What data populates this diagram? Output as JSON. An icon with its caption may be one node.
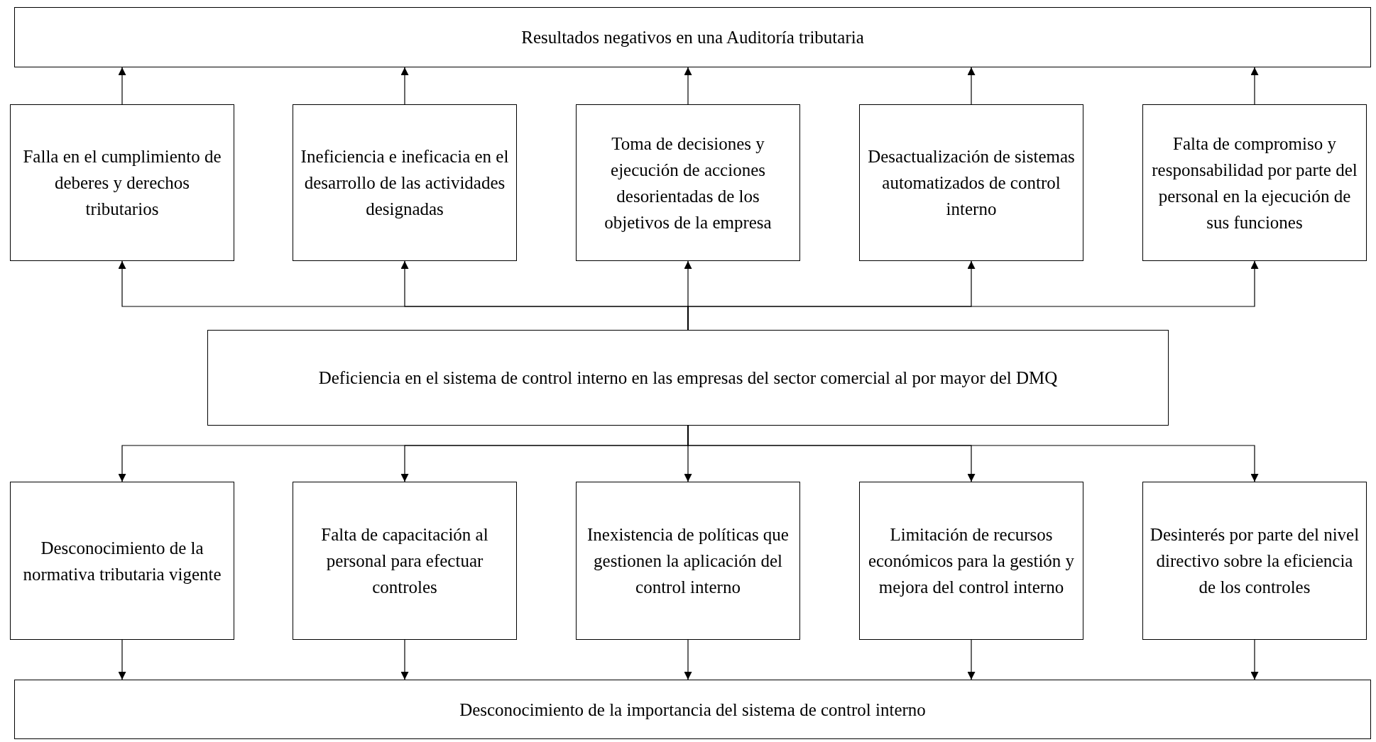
{
  "diagram": {
    "nodes": [
      {
        "text": [
          "Resultados negativos en una Auditoría tributaria"
        ]
      },
      {
        "text": [
          "Falla en el cumplimiento de deberes y derechos tributarios"
        ]
      },
      {
        "text": [
          "Ineficiencia e ineficacia en el desarrollo de las actividades designadas"
        ]
      },
      {
        "text": [
          "Toma de decisiones y ejecución de acciones desorientadas de los objetivos de la empresa"
        ]
      },
      {
        "text": [
          "Desactualización de sistemas automatizados de control interno"
        ]
      },
      {
        "text": [
          "Falta de compromiso y responsabilidad por parte del personal en la ejecución de sus funciones"
        ]
      },
      {
        "text": [
          "Deficiencia en el sistema de control interno en las empresas del sector comercial al por mayor del DMQ"
        ]
      },
      {
        "text": [
          "Desconocimiento de la normativa tributaria vigente"
        ]
      },
      {
        "text": [
          "Falta de capacitación al personal para efectuar controles"
        ]
      },
      {
        "text": [
          "Inexistencia de políticas que gestionen la aplicación del control interno"
        ]
      },
      {
        "text": [
          "Limitación de recursos económicos para la gestión y mejora del control interno"
        ]
      },
      {
        "text": [
          "Desinterés por parte del nivel directivo sobre la eficiencia de los controles"
        ]
      },
      {
        "text": [
          "Desconocimiento de la importancia del sistema de control interno"
        ]
      }
    ],
    "edges": [
      {
        "from": 1,
        "to": 0,
        "arrow": "to"
      },
      {
        "from": 2,
        "to": 0,
        "arrow": "to"
      },
      {
        "from": 3,
        "to": 0,
        "arrow": "to"
      },
      {
        "from": 4,
        "to": 0,
        "arrow": "to"
      },
      {
        "from": 5,
        "to": 0,
        "arrow": "to"
      },
      {
        "from": 6,
        "to": 1,
        "arrow": "to"
      },
      {
        "from": 6,
        "to": 2,
        "arrow": "to"
      },
      {
        "from": 6,
        "to": 3,
        "arrow": "to"
      },
      {
        "from": 6,
        "to": 4,
        "arrow": "to"
      },
      {
        "from": 6,
        "to": 5,
        "arrow": "to"
      },
      {
        "from": 6,
        "to": 7,
        "arrow": "to"
      },
      {
        "from": 6,
        "to": 8,
        "arrow": "to"
      },
      {
        "from": 6,
        "to": 9,
        "arrow": "to"
      },
      {
        "from": 6,
        "to": 10,
        "arrow": "to"
      },
      {
        "from": 6,
        "to": 11,
        "arrow": "to"
      },
      {
        "from": 7,
        "to": 12,
        "arrow": "to"
      },
      {
        "from": 8,
        "to": 12,
        "arrow": "to"
      },
      {
        "from": 9,
        "to": 12,
        "arrow": "to"
      },
      {
        "from": 10,
        "to": 12,
        "arrow": "to"
      },
      {
        "from": 11,
        "to": 12,
        "arrow": "to"
      }
    ]
  }
}
